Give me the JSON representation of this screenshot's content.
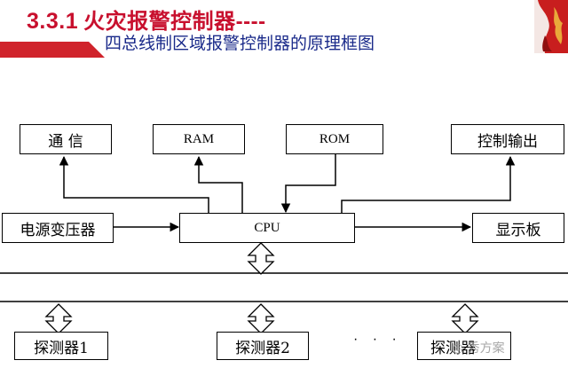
{
  "header": {
    "section_number": "3.3.1",
    "title": "火灾报警控制器----",
    "subtitle": "四总线制区域报警控制器的原理框图"
  },
  "blocks": {
    "comm": "通 信",
    "ram": "RAM",
    "rom": "ROM",
    "control_output": "控制输出",
    "power": "电源变压器",
    "cpu": "CPU",
    "display": "显示板",
    "detector1": "探测器1",
    "detector2": "探测器2",
    "detectorN": "探测器",
    "ellipsis": "· · ·"
  },
  "watermark": "秀方案",
  "colors": {
    "title_red": "#c8102e",
    "subtitle_blue": "#1a2a8a",
    "accent_red": "#d0232b",
    "line": "#000000"
  },
  "icons": {
    "logo": "red-brand-logo",
    "bus_arrows": "double-headed-arrow"
  }
}
